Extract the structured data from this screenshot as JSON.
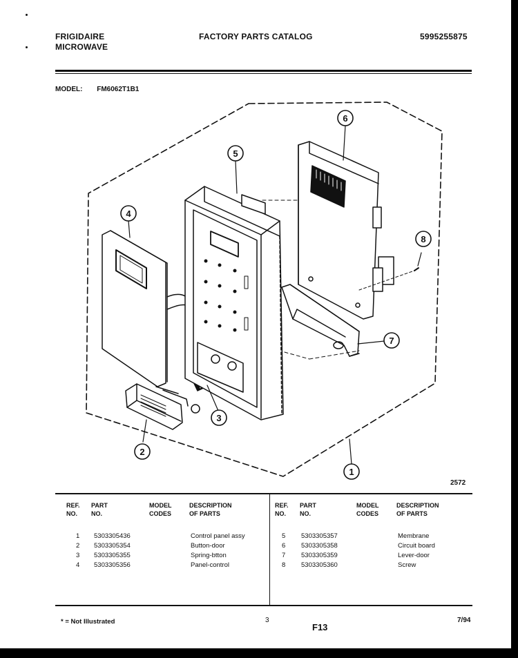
{
  "header": {
    "brand_line1": "FRIGIDAIRE",
    "brand_line2": "MICROWAVE",
    "catalog_title": "FACTORY PARTS CATALOG",
    "catalog_number": "5995255875"
  },
  "model": {
    "label": "MODEL:",
    "value": "FM6062T1B1"
  },
  "diagram": {
    "drawing_number": "2572",
    "callouts": [
      "1",
      "2",
      "3",
      "4",
      "5",
      "6",
      "7",
      "8"
    ]
  },
  "table": {
    "headers": {
      "ref_no": [
        "REF.",
        "NO."
      ],
      "part_no": [
        "PART",
        "NO."
      ],
      "model_codes": [
        "MODEL",
        "CODES"
      ],
      "description": [
        "DESCRIPTION",
        "OF PARTS"
      ]
    },
    "left_rows": [
      {
        "ref": "1",
        "part": "5303305436",
        "codes": "",
        "desc": "Control panel assy"
      },
      {
        "ref": "2",
        "part": "5303305354",
        "codes": "",
        "desc": "Button-door"
      },
      {
        "ref": "3",
        "part": "5303305355",
        "codes": "",
        "desc": "Spring-btton"
      },
      {
        "ref": "4",
        "part": "5303305356",
        "codes": "",
        "desc": "Panel-control"
      }
    ],
    "right_rows": [
      {
        "ref": "5",
        "part": "5303305357",
        "codes": "",
        "desc": "Membrane"
      },
      {
        "ref": "6",
        "part": "5303305358",
        "codes": "",
        "desc": "Circuit board"
      },
      {
        "ref": "7",
        "part": "5303305359",
        "codes": "",
        "desc": "Lever-door"
      },
      {
        "ref": "8",
        "part": "5303305360",
        "codes": "",
        "desc": "Screw"
      }
    ]
  },
  "footer": {
    "note": "* = Not Illustrated",
    "page": "3",
    "code": "F13",
    "date": "7/94"
  }
}
